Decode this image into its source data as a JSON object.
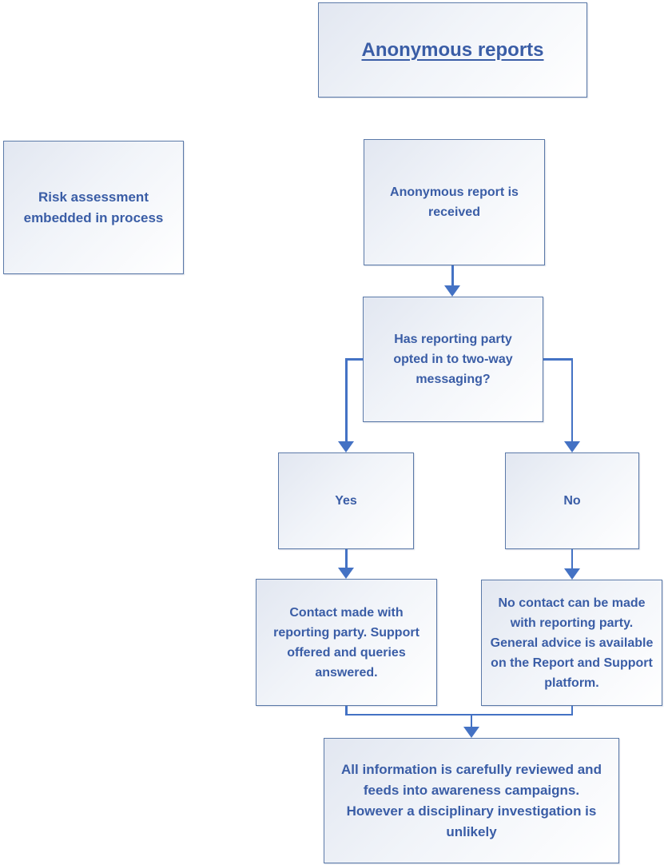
{
  "diagram": {
    "title": {
      "label": "Anonymous reports"
    },
    "side_note": {
      "label": "Risk assessment embedded in process"
    },
    "nodes": {
      "received": {
        "label": "Anonymous report is received"
      },
      "decision": {
        "label": "Has reporting party opted in to two-way messaging?"
      },
      "yes": {
        "label": "Yes"
      },
      "no": {
        "label": "No"
      },
      "contact_made": {
        "label": "Contact made with reporting party. Support offered and queries answered."
      },
      "no_contact": {
        "label": "No contact can be made with reporting party. General advice is available on the Report and Support platform."
      },
      "outcome": {
        "label": "All information is carefully reviewed and feeds into awareness campaigns. However a disciplinary investigation is unlikely"
      }
    },
    "edges": {
      "decision_yes_branch": "Yes",
      "decision_no_branch": "No"
    },
    "colors": {
      "connector": "#4472C4",
      "box_border": "#5B79A8",
      "text": "#3A5DA6",
      "fill_start": "#E2E7F1",
      "fill_mid": "#F1F4F9",
      "fill_end": "#FFFFFF"
    }
  }
}
